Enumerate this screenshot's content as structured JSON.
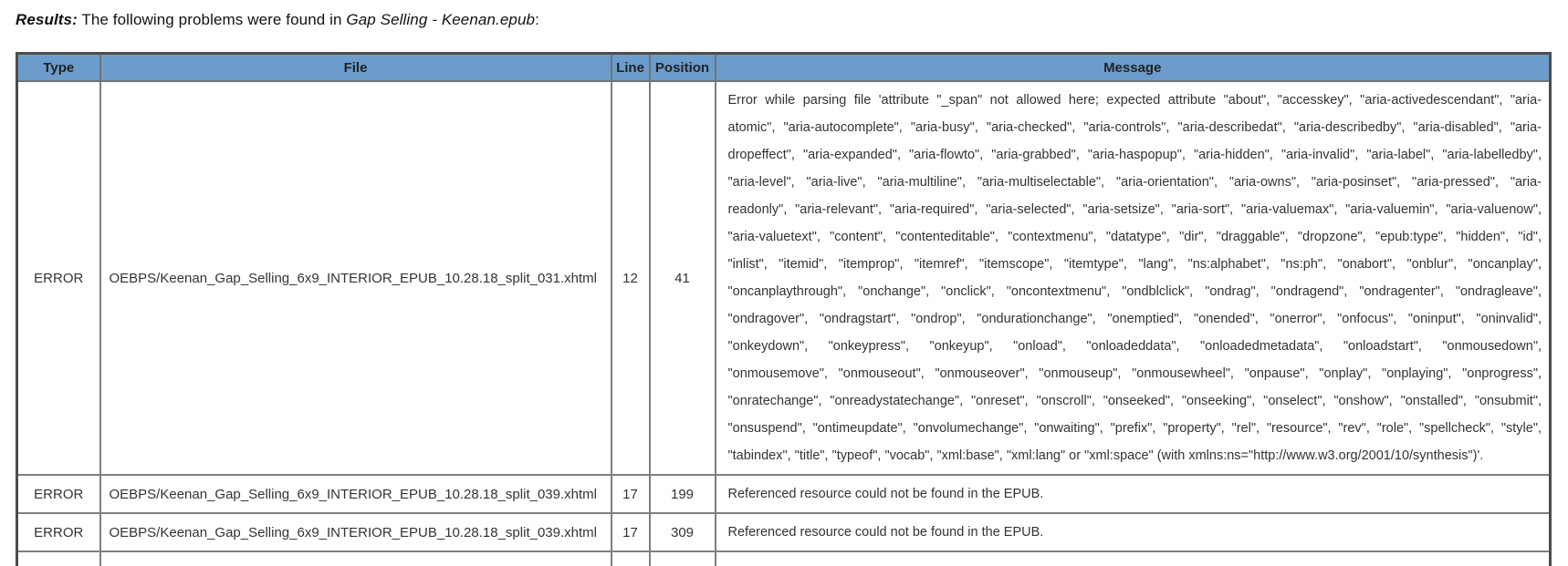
{
  "heading": {
    "label": "Results:",
    "text": " The following problems were found in ",
    "epub_name": "Gap Selling - Keenan.epub",
    "suffix": ":"
  },
  "table": {
    "columns": [
      "Type",
      "File",
      "Line",
      "Position",
      "Message"
    ],
    "colors": {
      "header_bg": "#6b9ccb",
      "inner_border": "#7f7f7f",
      "outer_border": "#4d4d4d",
      "text": "#333333"
    },
    "rows": [
      {
        "type": "ERROR",
        "file": "OEBPS/Keenan_Gap_Selling_6x9_INTERIOR_EPUB_10.28.18_split_031.xhtml",
        "line": "12",
        "position": "41",
        "message_lines": [
          "Error while parsing file 'attribute \"_span\" not allowed here; expected attribute \"about\", \"accesskey\", \"aria-activedescendant\", \"aria-",
          "atomic\", \"aria-autocomplete\", \"aria-busy\", \"aria-checked\", \"aria-controls\", \"aria-describedat\", \"aria-describedby\", \"aria-disabled\", \"aria-",
          "dropeffect\", \"aria-expanded\", \"aria-flowto\", \"aria-grabbed\", \"aria-haspopup\", \"aria-hidden\", \"aria-invalid\", \"aria-label\", \"aria-labelledby\",",
          "\"aria-level\", \"aria-live\", \"aria-multiline\", \"aria-multiselectable\", \"aria-orientation\", \"aria-owns\", \"aria-posinset\", \"aria-pressed\", \"aria-",
          "readonly\", \"aria-relevant\", \"aria-required\", \"aria-selected\", \"aria-setsize\", \"aria-sort\", \"aria-valuemax\", \"aria-valuemin\", \"aria-valuenow\",",
          "\"aria-valuetext\", \"content\", \"contenteditable\", \"contextmenu\", \"datatype\", \"dir\", \"draggable\", \"dropzone\", \"epub:type\", \"hidden\", \"id\",",
          "\"inlist\", \"itemid\", \"itemprop\", \"itemref\", \"itemscope\", \"itemtype\", \"lang\", \"ns:alphabet\", \"ns:ph\", \"onabort\", \"onblur\", \"oncanplay\",",
          "\"oncanplaythrough\", \"onchange\", \"onclick\", \"oncontextmenu\", \"ondblclick\", \"ondrag\", \"ondragend\", \"ondragenter\", \"ondragleave\",",
          "\"ondragover\", \"ondragstart\", \"ondrop\", \"ondurationchange\", \"onemptied\", \"onended\", \"onerror\", \"onfocus\", \"oninput\", \"oninvalid\",",
          "\"onkeydown\", \"onkeypress\", \"onkeyup\", \"onload\", \"onloadeddata\", \"onloadedmetadata\", \"onloadstart\", \"onmousedown\",",
          "\"onmousemove\", \"onmouseout\", \"onmouseover\", \"onmouseup\", \"onmousewheel\", \"onpause\", \"onplay\", \"onplaying\", \"onprogress\",",
          "\"onratechange\", \"onreadystatechange\", \"onreset\", \"onscroll\", \"onseeked\", \"onseeking\", \"onselect\", \"onshow\", \"onstalled\", \"onsubmit\",",
          "\"onsuspend\", \"ontimeupdate\", \"onvolumechange\", \"onwaiting\", \"prefix\", \"property\", \"rel\", \"resource\", \"rev\", \"role\", \"spellcheck\", \"style\",",
          "\"tabindex\", \"title\", \"typeof\", \"vocab\", \"xml:base\", \"xml:lang\" or \"xml:space\" (with xmlns:ns=\"http://www.w3.org/2001/10/synthesis\")'."
        ]
      },
      {
        "type": "ERROR",
        "file": "OEBPS/Keenan_Gap_Selling_6x9_INTERIOR_EPUB_10.28.18_split_039.xhtml",
        "line": "17",
        "position": "199",
        "message_lines": [
          "Referenced resource could not be found in the EPUB."
        ]
      },
      {
        "type": "ERROR",
        "file": "OEBPS/Keenan_Gap_Selling_6x9_INTERIOR_EPUB_10.28.18_split_039.xhtml",
        "line": "17",
        "position": "309",
        "message_lines": [
          "Referenced resource could not be found in the EPUB."
        ]
      },
      {
        "type": "",
        "file": "",
        "line": "",
        "position": "",
        "message_lines": [],
        "partial": true
      }
    ]
  }
}
